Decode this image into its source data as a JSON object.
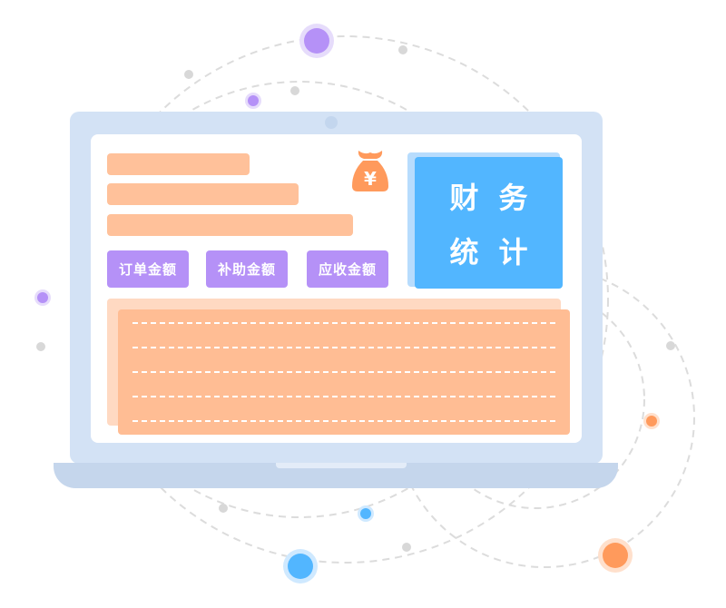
{
  "colors": {
    "accent_orange": "#ffc19a",
    "accent_purple": "#b591f7",
    "accent_blue": "#52b6ff",
    "money_bag": "#ff9a5c"
  },
  "icons": {
    "money_bag": "money-bag-icon",
    "currency": "¥"
  },
  "tags": [
    "订单金额",
    "补助金额",
    "应收金额"
  ],
  "card": {
    "line1": "财务",
    "line2": "统计"
  }
}
